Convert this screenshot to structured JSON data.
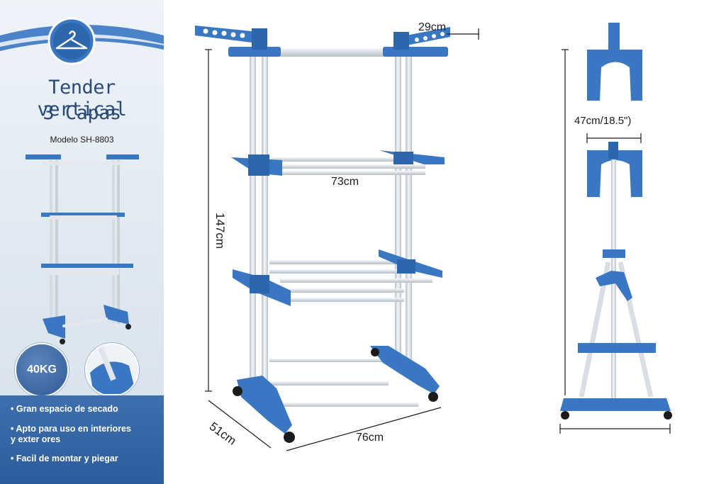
{
  "panel": {
    "title_line1": "Tender vertical",
    "title_line2": "3 Capas",
    "model": "Modelo SH-8803",
    "badge": "40KG",
    "features": [
      "• Gran espacio de secado",
      "• Apto para uso en interiores\n  y exter ores",
      "• Facil de montar y piegar"
    ]
  },
  "dimensions": {
    "wing": "29cm",
    "shelf": "73cm",
    "height": "147cm",
    "depth": "51cm",
    "width": "76cm",
    "side_width": "47cm/18.5\")"
  },
  "colors": {
    "blue": "#3a77c2",
    "dark_blue": "#2c5c9c",
    "steel": "#dfe5ea"
  }
}
